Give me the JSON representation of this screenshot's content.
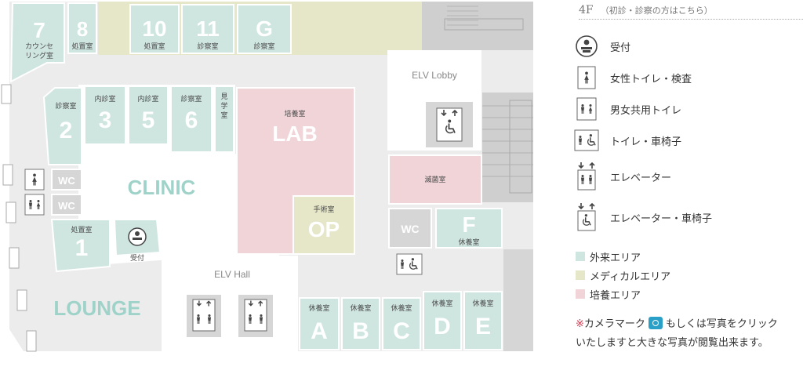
{
  "colors": {
    "outpatient": "#cfe6e0",
    "medical": "#e6e6c8",
    "culture": "#f0d4d8",
    "service": "#d6d6d6",
    "floor": "#ececec",
    "white": "#ffffff",
    "stair": "#cfcfcf",
    "zone_text": "#9fd3c9",
    "accent_note": "#d23c50",
    "camera": "#2aa0c8"
  },
  "map": {
    "rooms": {
      "r7": {
        "num": "7",
        "label_l1": "カウンセ",
        "label_l2": "リング室"
      },
      "r8": {
        "num": "8",
        "label": "処置室"
      },
      "r10": {
        "num": "10",
        "label": "処置室"
      },
      "r11": {
        "num": "11",
        "label": "診察室"
      },
      "rG": {
        "num": "G",
        "label": "診察室"
      },
      "r2": {
        "num": "2",
        "label": "診察室"
      },
      "r3": {
        "num": "3",
        "label": "内診室"
      },
      "r5": {
        "num": "5",
        "label": "内診室"
      },
      "r6": {
        "num": "6",
        "label": "診察室"
      },
      "kengaku": {
        "label_l1": "見",
        "label_l2": "学",
        "label_l3": "室"
      },
      "lab": {
        "num": "LAB",
        "label": "培養室"
      },
      "op": {
        "num": "OP",
        "label": "手術室"
      },
      "r1": {
        "num": "1",
        "label": "処置室"
      },
      "reception": {
        "label": "受付"
      },
      "wc1": {
        "label": "WC"
      },
      "wc2": {
        "label": "WC"
      },
      "wc3": {
        "label": "WC"
      },
      "mekkin": {
        "label": "滅菌室"
      },
      "rF": {
        "num": "F",
        "label": "休養室"
      },
      "rA": {
        "num": "A",
        "label": "休養室"
      },
      "rB": {
        "num": "B",
        "label": "休養室"
      },
      "rC": {
        "num": "C",
        "label": "休養室"
      },
      "rD": {
        "num": "D",
        "label": "休養室"
      },
      "rE": {
        "num": "E",
        "label": "休養室"
      }
    },
    "zones": {
      "clinic": "CLINIC",
      "lounge": "LOUNGE"
    },
    "elv_lobby": "ELV Lobby",
    "elv_hall": "ELV Hall"
  },
  "legend": {
    "floor": "4F",
    "floor_note": "（初診・診察の方はこちら）",
    "items": [
      {
        "icon": "reception-icon",
        "label": "受付"
      },
      {
        "icon": "female-toilet-icon",
        "label": "女性トイレ・検査"
      },
      {
        "icon": "unisex-toilet-icon",
        "label": "男女共用トイレ"
      },
      {
        "icon": "toilet-wheelchair-icon",
        "label": "トイレ・車椅子"
      },
      {
        "icon": "elevator-icon",
        "label": "エレベーター"
      },
      {
        "icon": "elevator-wheelchair-icon",
        "label": "エレベーター・車椅子"
      }
    ],
    "areas": [
      {
        "label": "外来エリア",
        "color": "#cfe6e0"
      },
      {
        "label": "メディカルエリア",
        "color": "#e6e6c8"
      },
      {
        "label": "培養エリア",
        "color": "#f0d4d8"
      }
    ],
    "note_mark": "※",
    "note_part1": "カメラマーク",
    "note_part2": "もしくは写真をクリック",
    "note_line2": "いたしますと大きな写真が閲覧出来ます。"
  }
}
